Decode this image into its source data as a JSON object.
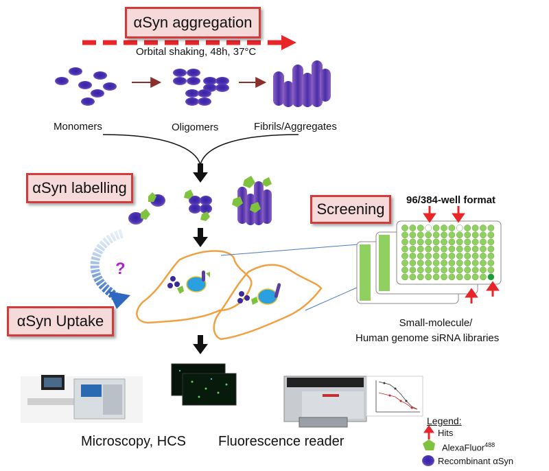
{
  "stages": {
    "aggregation_label": "αSyn aggregation",
    "labelling_label": "αSyn labelling",
    "uptake_label": "αSyn Uptake",
    "screening_label": "Screening"
  },
  "aggregation": {
    "conditions": "Orbital shaking, 48h, 37°C",
    "species": [
      "Monomers",
      "Oligomers",
      "Fibrils/Aggregates"
    ]
  },
  "uptake": {
    "unknown_mechanism": "?"
  },
  "screening": {
    "format": "96/384-well format",
    "libraries_line1": "Small-molecule/",
    "libraries_line2": "Human genome siRNA libraries"
  },
  "readouts": {
    "microscopy": "Microscopy, HCS",
    "fluorescence": "Fluorescence reader"
  },
  "legend": {
    "title": "Legend:",
    "hits": "Hits",
    "alexa_prefix": "AlexaFluor",
    "alexa_sup": "488",
    "recombinant": "Recombinant αSyn"
  },
  "colors": {
    "arrow_red": "#e8262a",
    "box_border": "#d33a3a",
    "box_fill": "#f6d9d9",
    "syn_purple": "#5a3fa0",
    "syn_blue_core": "#3a2a9a",
    "alexa_green": "#7fc23e",
    "cell_outline": "#f0a040",
    "nucleus": "#2aa0e0",
    "well_green": "#8fd060",
    "uptake_arrow": "#3a74c8"
  }
}
